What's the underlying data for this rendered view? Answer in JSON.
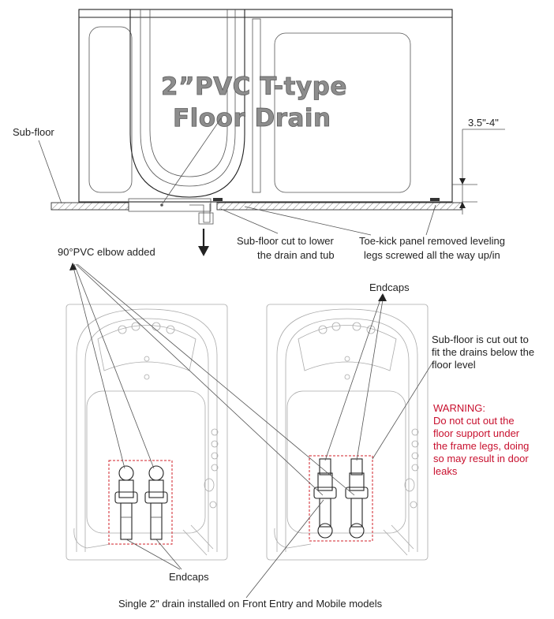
{
  "title": {
    "line1": "2”PVC T-type",
    "line2": "Floor Drain"
  },
  "labels": {
    "sub_floor": "Sub-floor",
    "height": "3.5\"-4\"",
    "elbow": "90°PVC elbow added",
    "subfloor_cut_1": "Sub-floor cut to lower",
    "subfloor_cut_2": "the drain and tub",
    "toekick_1": "Toe-kick panel removed leveling",
    "toekick_2": "legs screwed all the way up/in",
    "endcaps_top": "Endcaps",
    "endcaps_bottom": "Endcaps",
    "cutout_1": "Sub-floor is cut out to",
    "cutout_2": "fit the drains below the",
    "cutout_3": "floor level",
    "single_drain": "Single 2\" drain installed on Front Entry and Mobile models"
  },
  "warning": {
    "heading": "WARNING:",
    "line1": "Do not cut out the",
    "line2": "floor support under",
    "line3": "the frame legs, doing",
    "line4": "so may result in door",
    "line5": "leaks"
  },
  "colors": {
    "line": "#222222",
    "warning": "#c8102e",
    "drain_box": "#d0202a",
    "title_fill": "#8d8d8d"
  }
}
